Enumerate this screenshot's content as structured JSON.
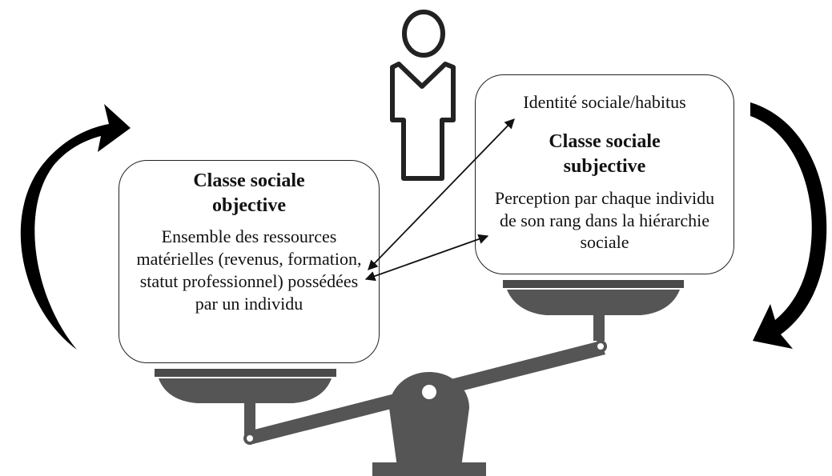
{
  "left_box": {
    "title": "Classe sociale objective",
    "body": "Ensemble des ressources matérielles (revenus, formation, statut professionnel) possédées par un individu"
  },
  "right_box": {
    "top_line": "Identité sociale/habitus",
    "title": "Classe sociale subjective",
    "body": "Perception par chaque individu de son rang dans la hiérarchie sociale"
  },
  "icons": {
    "person": "person-icon",
    "scale": "balance-scale-icon",
    "cycle_left": "curved-arrow-up-icon",
    "cycle_right": "curved-arrow-down-icon"
  },
  "colors": {
    "scale": "#555555",
    "scale_dark": "#4a4a4a",
    "outline": "#222222",
    "arrow": "#000000"
  }
}
